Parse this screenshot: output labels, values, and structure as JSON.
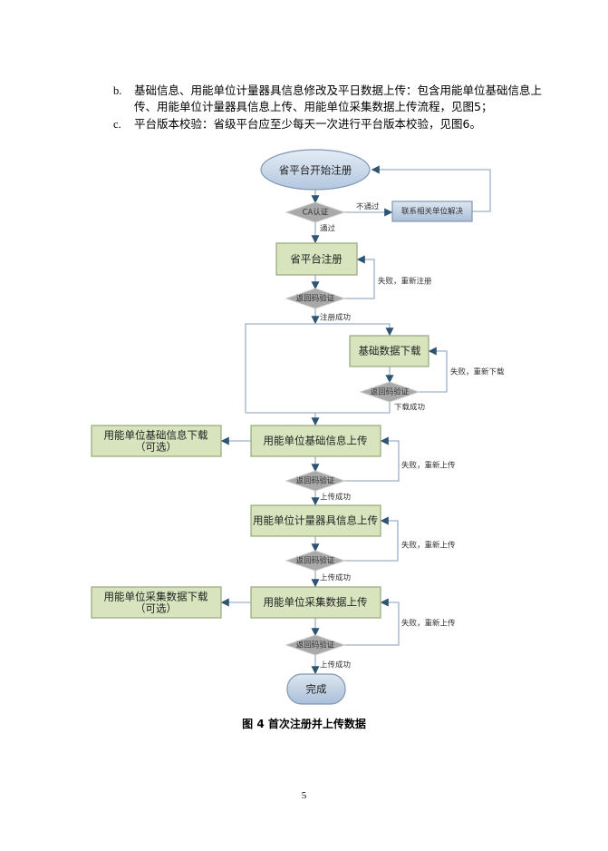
{
  "items": [
    {
      "marker": "b.",
      "text": "基础信息、用能单位计量器具信息修改及平日数据上传：包含用能单位基础信息上传、用能单位计量器具信息上传、用能单位采集数据上传流程，见图5；"
    },
    {
      "marker": "c.",
      "text": "平台版本校验：省级平台应至少每天一次进行平台版本校验，见图6。"
    }
  ],
  "flow": {
    "start": "省平台开始注册",
    "ca_check": "CA认证",
    "fail_label": "不通过",
    "contact": "联系相关单位解决",
    "pass_label": "通过",
    "register": "省平台注册",
    "verify": "返回码验证",
    "retry_register": "失败，重新注册",
    "register_ok": "注册成功",
    "download": "基础数据下载",
    "retry_download": "失败，重新下载",
    "download_ok": "下载成功",
    "upload_basic": "用能单位基础信息上传",
    "download_basic_optional_1": "用能单位基础信息下载",
    "optional": "（可选）",
    "retry_upload": "失败，重新上传",
    "upload_ok": "上传成功",
    "upload_meter": "用能单位计量器具信息上传",
    "upload_collect": "用能单位采集数据上传",
    "download_collect_optional_1": "用能单位采集数据下载",
    "done": "完成"
  },
  "caption": "图 4  首次注册并上传数据",
  "page_number": "5"
}
